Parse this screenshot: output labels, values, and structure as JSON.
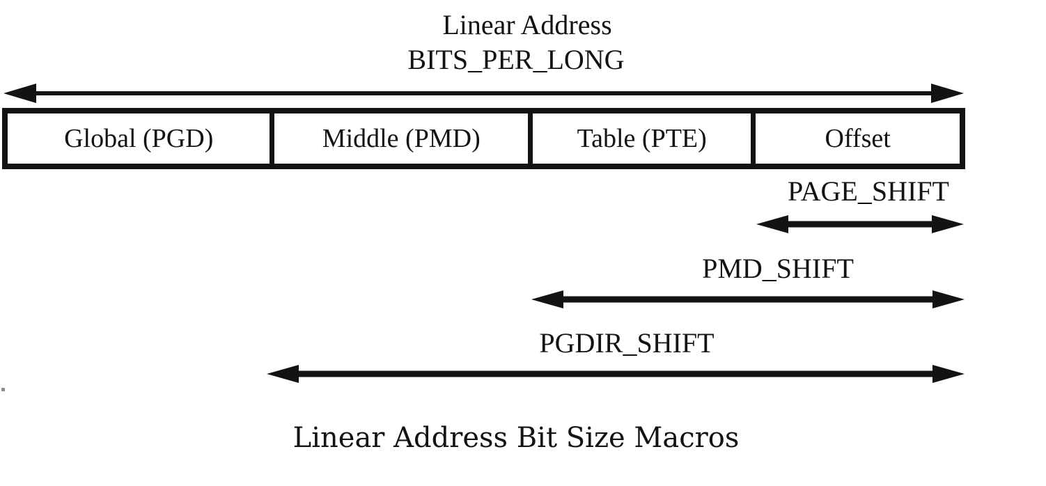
{
  "diagram": {
    "header": {
      "line1": "Linear Address",
      "line2": "BITS_PER_LONG"
    },
    "address_box": {
      "cells": [
        {
          "label": "Global (PGD)"
        },
        {
          "label": "Middle (PMD)"
        },
        {
          "label": "Table (PTE)"
        },
        {
          "label": "Offset"
        }
      ]
    },
    "shifts": [
      {
        "label": "PAGE_SHIFT"
      },
      {
        "label": "PMD_SHIFT"
      },
      {
        "label": "PGDIR_SHIFT"
      }
    ],
    "caption": "Linear Address Bit Size Macros",
    "colors": {
      "ink": "#131313",
      "background": "#ffffff",
      "stray_dot": "#8a8a8a"
    }
  }
}
